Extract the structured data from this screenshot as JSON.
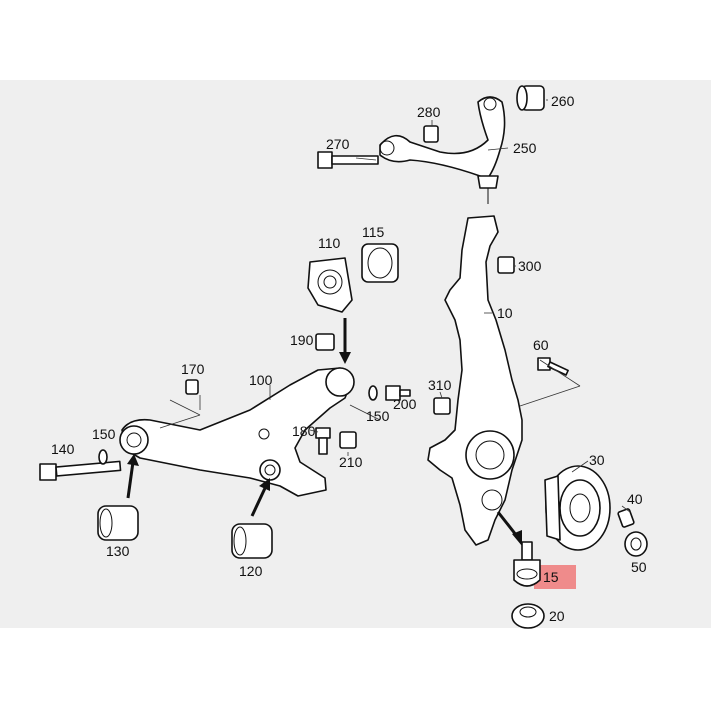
{
  "diagram": {
    "highlighted_part": "15",
    "highlight_color": "#ef6a6a",
    "background_color": "#efefef",
    "labels": {
      "p10": "10",
      "p15": "15",
      "p20": "20",
      "p30": "30",
      "p40": "40",
      "p50": "50",
      "p60": "60",
      "p100": "100",
      "p110": "110",
      "p115": "115",
      "p120": "120",
      "p130": "130",
      "p140": "140",
      "p150a": "150",
      "p150b": "150",
      "p170": "170",
      "p180": "180",
      "p190": "190",
      "p200": "200",
      "p210": "210",
      "p250": "250",
      "p260": "260",
      "p270": "270",
      "p280": "280",
      "p300": "300",
      "p310": "310"
    }
  }
}
